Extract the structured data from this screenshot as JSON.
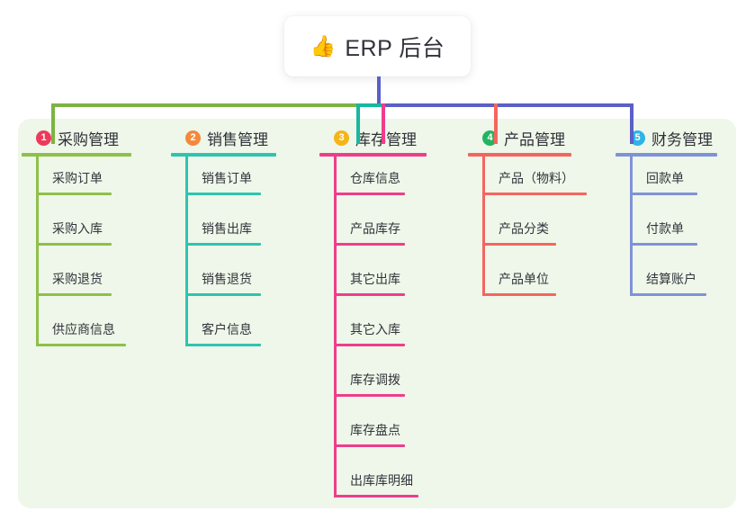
{
  "root": {
    "icon": "thumbs-up-icon",
    "icon_glyph": "👍",
    "title": "ERP 后台"
  },
  "panel": {
    "background_color": "#eef7e9"
  },
  "connectors": {
    "stem_color": "#5b5fc7",
    "segment_colors": [
      "#7cb342",
      "#16b8a0",
      "#5b5fc7"
    ]
  },
  "columns": [
    {
      "number": "1",
      "title": "采购管理",
      "badge_color": "#ed3a5a",
      "line_color": "#8ec04a",
      "drop_color": "#7cb342",
      "rule_width": 122,
      "items": [
        {
          "label": "采购订单",
          "rule_width": 84
        },
        {
          "label": "采购入库",
          "rule_width": 84
        },
        {
          "label": "采购退货",
          "rule_width": 84
        },
        {
          "label": "供应商信息",
          "rule_width": 100
        }
      ]
    },
    {
      "number": "2",
      "title": "销售管理",
      "badge_color": "#f4893a",
      "line_color": "#2ec4b0",
      "drop_color": "#16b8a0",
      "rule_width": 117,
      "items": [
        {
          "label": "销售订单",
          "rule_width": 84
        },
        {
          "label": "销售出库",
          "rule_width": 84
        },
        {
          "label": "销售退货",
          "rule_width": 84
        },
        {
          "label": "客户信息",
          "rule_width": 84
        }
      ]
    },
    {
      "number": "3",
      "title": "库存管理",
      "badge_color": "#f5b518",
      "line_color": "#ef3d8c",
      "drop_color": "#ef3d8c",
      "rule_width": 119,
      "items": [
        {
          "label": "仓库信息",
          "rule_width": 79
        },
        {
          "label": "产品库存",
          "rule_width": 79
        },
        {
          "label": "其它出库",
          "rule_width": 79
        },
        {
          "label": "其它入库",
          "rule_width": 79
        },
        {
          "label": "库存调拨",
          "rule_width": 79
        },
        {
          "label": "库存盘点",
          "rule_width": 79
        },
        {
          "label": "出库库明细",
          "rule_width": 94
        }
      ]
    },
    {
      "number": "4",
      "title": "产品管理",
      "badge_color": "#24b460",
      "line_color": "#f4655f",
      "drop_color": "#f4655f",
      "rule_width": 115,
      "items": [
        {
          "label": "产品（物料）",
          "rule_width": 116
        },
        {
          "label": "产品分类",
          "rule_width": 82
        },
        {
          "label": "产品单位",
          "rule_width": 82
        }
      ]
    },
    {
      "number": "5",
      "title": "财务管理",
      "badge_color": "#2fb3e8",
      "line_color": "#7f92d8",
      "drop_color": "#5b5fc7",
      "rule_width": 113,
      "items": [
        {
          "label": "回款单",
          "rule_width": 75
        },
        {
          "label": "付款单",
          "rule_width": 75
        },
        {
          "label": "结算账户",
          "rule_width": 85
        }
      ]
    }
  ]
}
